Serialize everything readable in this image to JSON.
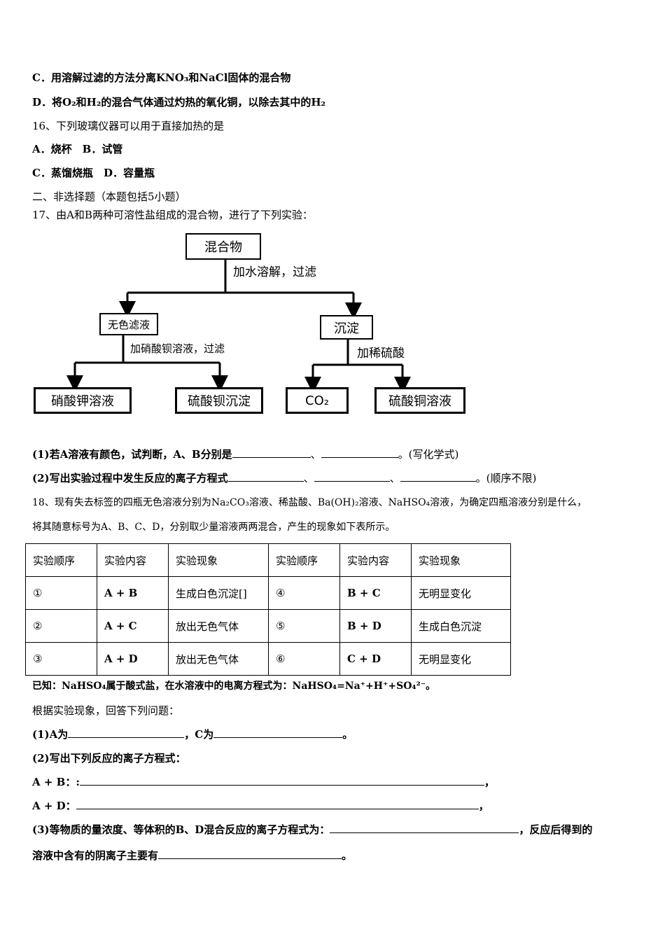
{
  "lines": {
    "c_option": "C．用溶解过滤的方法分离KNO₃和NaCl固体的混合物",
    "d_option": "D．将O₂和H₂的混合气体通过灼热的氧化铜，以除去其中的H₂",
    "q16": "16、下列玻璃仪器可以用于直接加热的是",
    "q16_ab": "A．烧杯　B．试管",
    "q16_cd": "C．蒸馏烧瓶　D．容量瓶",
    "section2": "二、非选择题（本题包括5小题）",
    "q17": "17、由A和B两种可溶性盐组成的混合物，进行了下列实验：",
    "q17_1_prefix": "(1)若A溶液有颜色，试判断，A、B分别是",
    "q17_1_sep": "、",
    "q17_1_suffix": "。(写化学式)",
    "q17_2_prefix": "(2)写出实验过程中发生反应的离子方程式",
    "q17_2_sep1": "、",
    "q17_2_sep2": "、",
    "q17_2_suffix": "。(顺序不限)",
    "q18_a": "18、现有失去标签的四瓶无色溶液分别为Na₂CO₃溶液、稀盐酸、Ba(OH)₂溶液、NaHSO₄溶液，为确定四瓶溶液分别是什么，",
    "q18_b": "将其随意标号为A、B、C、D，分别取少量溶液两两混合，产生的现象如下表所示。",
    "known": "已知：NaHSO₄属于酸式盐，在水溶液中的电离方程式为：NaHSO₄=Na⁺+H⁺+SO₄²⁻。",
    "answer_intro": "根据实验现象，回答下列问题：",
    "q18_1_prefix": "(1)A为",
    "q18_1_mid": "，C为",
    "q18_1_suffix": "。",
    "q18_2": "(2)写出下列反应的离子方程式：",
    "q18_ab": "A + B：:",
    "q18_ab_end": "，",
    "q18_ad": "A + D：",
    "q18_ad_end": "，",
    "q18_3_prefix": "(3)等物质的量浓度、等体积的B、D混合反应的离子方程式为：",
    "q18_3_suffix": "，反应后得到的",
    "q18_3b_prefix": "溶液中含有的阴离子主要有",
    "q18_3b_suffix": "。"
  },
  "flowchart": {
    "mixture": "混合物",
    "step1": "加水溶解，过滤",
    "filtrate": "无色滤液",
    "precipitate": "沉淀",
    "step2": "加硝酸钡溶液，过滤",
    "step3": "加稀硫酸",
    "kno3": "硝酸钾溶液",
    "baso4": "硫酸钡沉淀",
    "co2": "CO₂",
    "cuso4": "硫酸铜溶液"
  },
  "table": {
    "headers": [
      "实验顺序",
      "实验内容",
      "实验现象",
      "实验顺序",
      "实验内容",
      "实验现象"
    ],
    "rows": [
      [
        "①",
        "A + B",
        "生成白色沉淀[]",
        "④",
        "B + C",
        "无明显变化"
      ],
      [
        "②",
        "A + C",
        "放出无色气体",
        "⑤",
        "B + D",
        "生成白色沉淀"
      ],
      [
        "③",
        "A + D",
        "放出无色气体",
        "⑥",
        "C + D",
        "无明显变化"
      ]
    ]
  }
}
